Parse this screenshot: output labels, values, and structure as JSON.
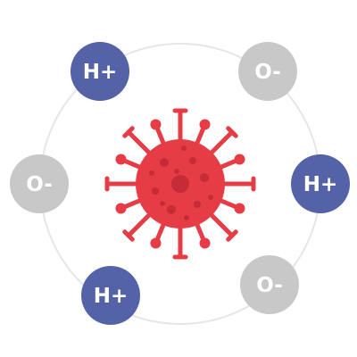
{
  "colors": {
    "background": "#ffffff",
    "orbit": "#e6e6e6",
    "positive_ion": "#5462a8",
    "negative_ion": "#c8c8c8",
    "virus": "#e63c46",
    "virus_spots": "#c52c37"
  },
  "center": {
    "icon": "virus-icon"
  },
  "ions": [
    {
      "label": "H+",
      "kind": "positive"
    },
    {
      "label": "O-",
      "kind": "negative"
    },
    {
      "label": "H+",
      "kind": "positive"
    },
    {
      "label": "O-",
      "kind": "negative"
    },
    {
      "label": "H+",
      "kind": "positive"
    },
    {
      "label": "O-",
      "kind": "negative"
    }
  ]
}
